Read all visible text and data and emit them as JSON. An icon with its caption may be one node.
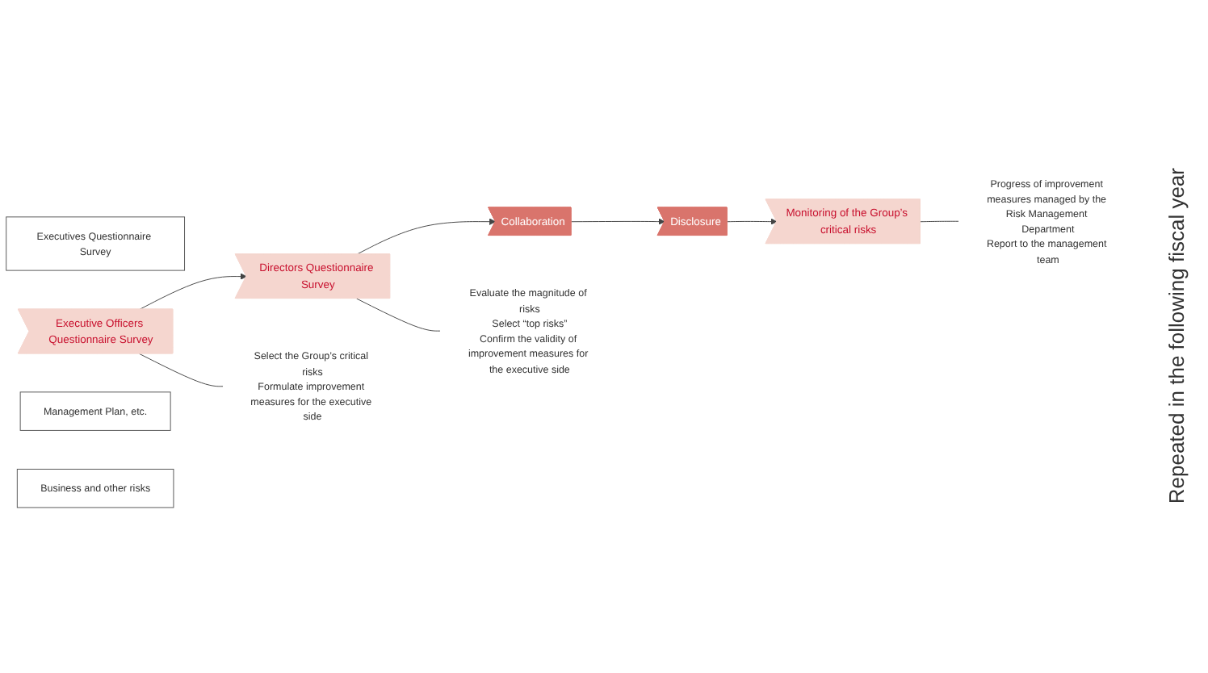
{
  "diagram": {
    "nodes": [
      {
        "text": [
          "Executives Questionnaire Survey"
        ]
      },
      {
        "text": [
          "Executive Officers Questionnaire Survey"
        ]
      },
      {
        "text": [
          "Directors Questionnaire Survey"
        ]
      },
      {
        "text": [
          "Collaboration"
        ]
      },
      {
        "text": [
          "Disclosure"
        ]
      },
      {
        "text": [
          "Monitoring of the Group’s critical risks"
        ]
      },
      {
        "text": [
          "Select the Group’s critical risks",
          "Formulate improvement measures for the executive side"
        ]
      },
      {
        "text": [
          "Evaluate the magnitude of risks",
          "Select “top risks”",
          "Confirm the validity of improvement measures for the executive side"
        ]
      },
      {
        "text": [
          "Management Plan, etc."
        ]
      },
      {
        "text": [
          "Business and other risks"
        ]
      },
      {
        "text": [
          "Progress of improvement measures managed by the Risk Management Department",
          "Report to the management team"
        ]
      }
    ],
    "edges": [
      {
        "from": 1,
        "to": 2,
        "arrow": "to"
      },
      {
        "from": 2,
        "to": 3,
        "arrow": "to"
      },
      {
        "from": 3,
        "to": 4,
        "arrow": "to"
      },
      {
        "from": 4,
        "to": 5,
        "arrow": "to"
      },
      {
        "from": 1,
        "to": 6,
        "arrow": "none"
      },
      {
        "from": 2,
        "to": 7,
        "arrow": "none"
      },
      {
        "from": 5,
        "to": 10,
        "arrow": "none"
      }
    ],
    "labels": [
      "Repeated in the following fiscal year"
    ]
  }
}
